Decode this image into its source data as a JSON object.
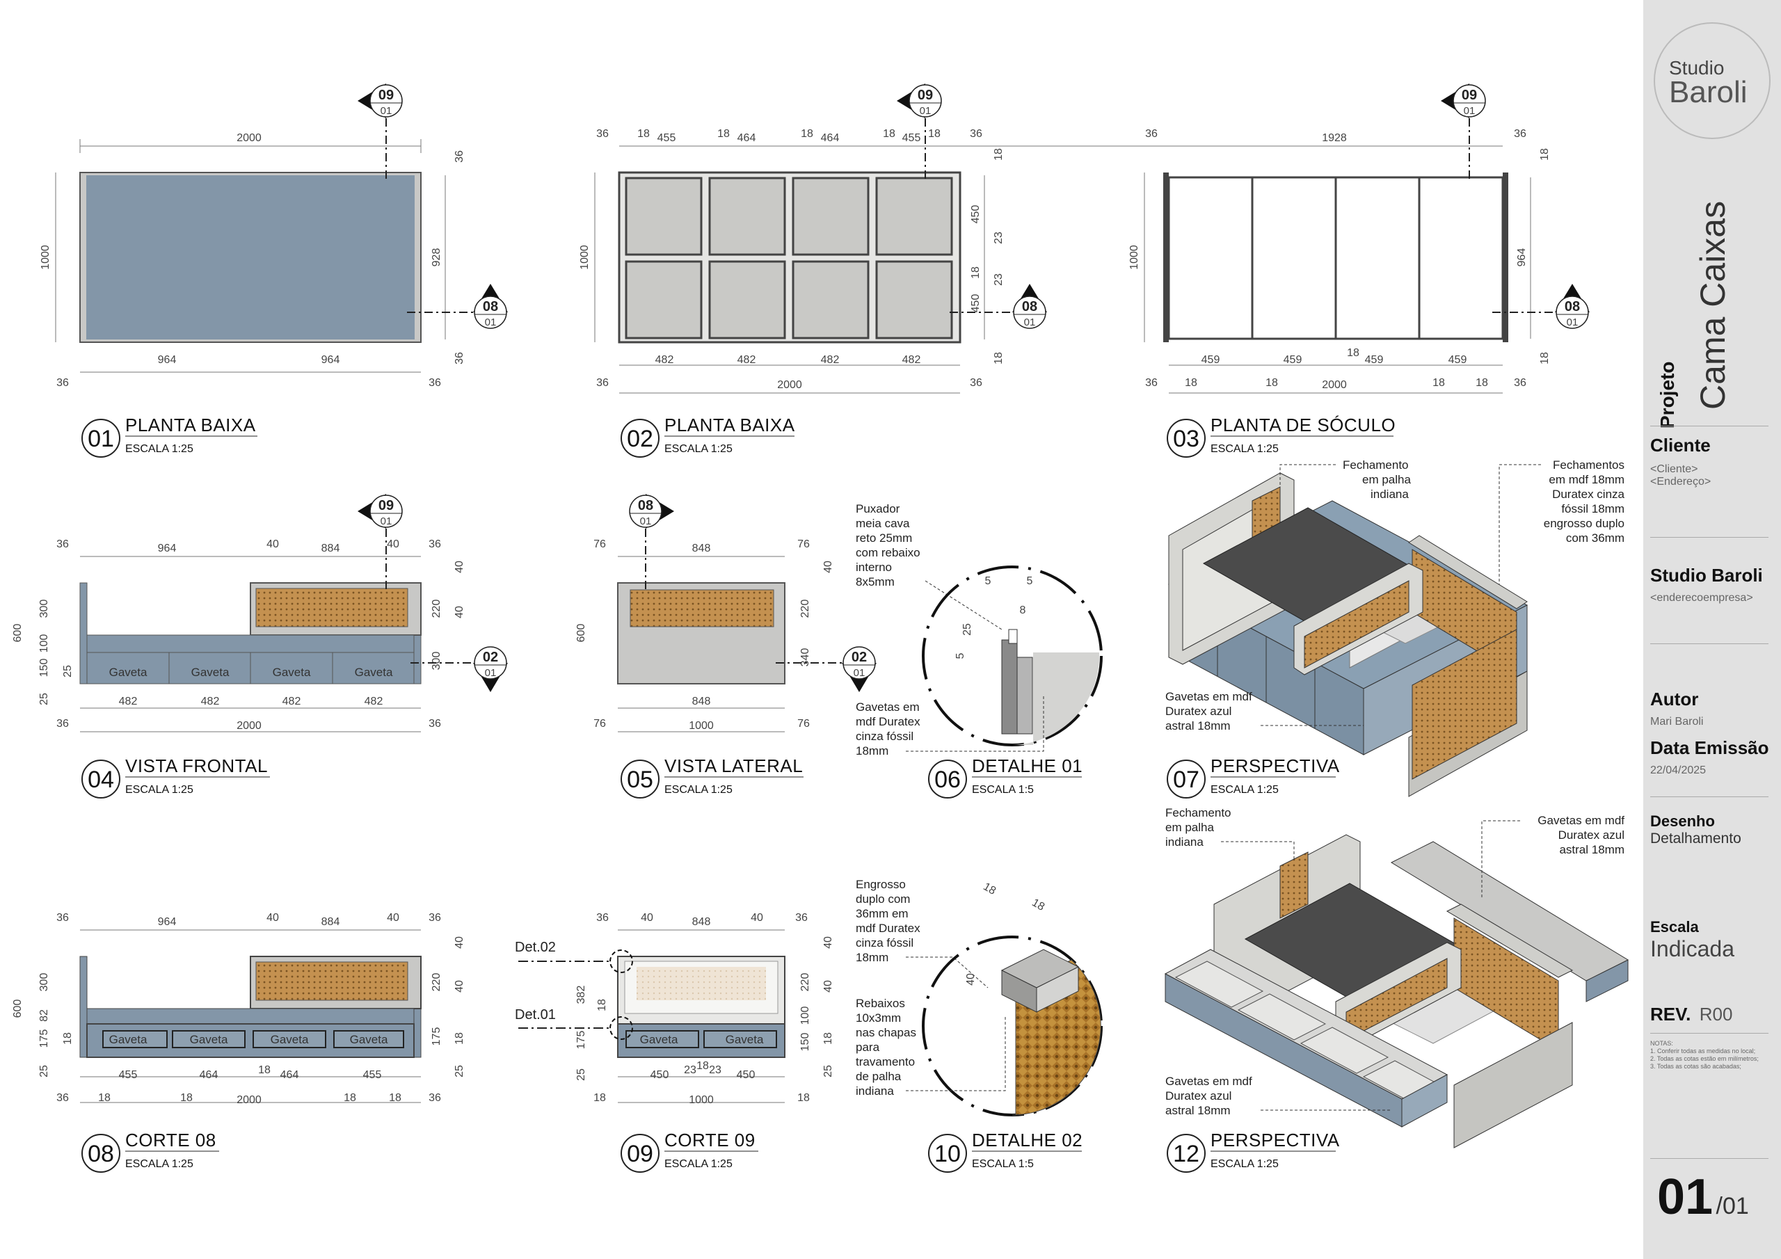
{
  "views": [
    {
      "num": "01",
      "title": "PLANTA BAIXA",
      "scale": "ESCALA 1:25"
    },
    {
      "num": "02",
      "title": "PLANTA BAIXA",
      "scale": "ESCALA 1:25"
    },
    {
      "num": "03",
      "title": "PLANTA DE SÓCULO",
      "scale": "ESCALA 1:25"
    },
    {
      "num": "04",
      "title": "VISTA FRONTAL",
      "scale": "ESCALA 1:25"
    },
    {
      "num": "05",
      "title": "VISTA LATERAL",
      "scale": "ESCALA 1:25"
    },
    {
      "num": "06",
      "title": "DETALHE 01",
      "scale": "ESCALA 1:5"
    },
    {
      "num": "07",
      "title": "PERSPECTIVA",
      "scale": "ESCALA 1:25"
    },
    {
      "num": "08",
      "title": "CORTE 08",
      "scale": "ESCALA 1:25"
    },
    {
      "num": "09",
      "title": "CORTE 09",
      "scale": "ESCALA 1:25"
    },
    {
      "num": "10",
      "title": "DETALHE 02",
      "scale": "ESCALA 1:5"
    },
    {
      "num": "12",
      "title": "PERSPECTIVA",
      "scale": "ESCALA 1:25"
    }
  ],
  "markers": {
    "m09": "09",
    "m08": "08",
    "m02": "02",
    "sheet": "01"
  },
  "drawer_label": "Gaveta",
  "detail_refs": {
    "det02": "Det.02",
    "det01": "Det.01"
  },
  "dims": {
    "v01": {
      "top": "2000",
      "left": "1000",
      "right": "928",
      "bottom1": "964",
      "bottom2": "964",
      "c36": "36"
    },
    "v02": {
      "t36": "36",
      "t18": "18",
      "t455": "455",
      "t464": "464",
      "left": "1000",
      "r450": "450",
      "r23": "23",
      "r18": "18",
      "b482": "482",
      "b2000": "2000"
    },
    "v03": {
      "top": "1928",
      "left": "1000",
      "right": "964",
      "b459": "459",
      "b18": "18",
      "b2000": "2000"
    },
    "v04": {
      "t964": "964",
      "t40": "40",
      "t884": "884",
      "l600": "600",
      "l300": "300",
      "l100": "100",
      "l150": "150",
      "l25": "25",
      "r220": "220",
      "b482": "482",
      "b2000": "2000"
    },
    "v05": {
      "t76": "76",
      "t848": "848",
      "l600": "600",
      "r40": "40",
      "r220": "220",
      "r340": "340",
      "b1000": "1000"
    },
    "v06": {
      "d5": "5",
      "d8": "8",
      "d25": "25"
    },
    "v08": {
      "l175": "175",
      "l82": "82",
      "b455": "455",
      "b464": "464"
    },
    "v09": {
      "l382": "382",
      "b450": "450",
      "b23": "23"
    },
    "v10": {
      "d40": "40"
    }
  },
  "notes": {
    "puxador": [
      "Puxador",
      "meia cava",
      "reto 25mm",
      "com rebaixo",
      "interno",
      "8x5mm"
    ],
    "gav_cinza": [
      "Gavetas em",
      "mdf Duratex",
      "cinza fóssil",
      "18mm"
    ],
    "fech_palha": [
      "Fechamento",
      "em palha",
      "indiana"
    ],
    "fech_mdf": [
      "Fechamentos",
      "em mdf 18mm",
      "Duratex cinza",
      "fóssil 18mm",
      "engrosso duplo",
      "com 36mm"
    ],
    "gav_azul": [
      "Gavetas em mdf",
      "Duratex azul",
      "astral 18mm"
    ],
    "engrosso": [
      "Engrosso",
      "duplo com",
      "36mm em",
      "mdf Duratex",
      "cinza fóssil",
      "18mm"
    ],
    "rebaixos": [
      "Rebaixos",
      "10x3mm",
      "nas chapas",
      "para",
      "travamento",
      "de palha",
      "indiana"
    ],
    "fech_palha2": [
      "Fechamento",
      "em palha",
      "indiana"
    ],
    "gav_azul2": [
      "Gavetas em mdf",
      "Duratex azul",
      "astral 18mm"
    ],
    "gav_azul3": [
      "Gavetas em mdf",
      "Duratex azul",
      "astral 18mm"
    ]
  },
  "titleblock": {
    "logo_top": "Studio",
    "logo_bottom": "Baroli",
    "project_label": "Projeto",
    "project_name": "Cama Caixas",
    "client_label": "Cliente",
    "client_name": "<Cliente>",
    "client_addr": "<Endereço>",
    "company_label": "Studio Baroli",
    "company_addr": "<enderecoempresa>",
    "author_label": "Autor",
    "author_name": "Mari Baroli",
    "date_label": "Data Emissão",
    "date_value": "22/04/2025",
    "drawing_label": "Desenho",
    "drawing_value": "Detalhamento",
    "scale_label": "Escala",
    "scale_value": "Indicada",
    "rev_label": "REV.",
    "rev_value": "R00",
    "notes_title": "NOTAS:",
    "notes": [
      "1. Conferir todas as medidas no local;",
      "2. Todas as cotas estão em milímetros;",
      "3. Todas as cotas são acabadas;"
    ],
    "sheet_num": "01",
    "sheet_total": "/01"
  },
  "colors": {
    "blue": "#8396a8",
    "gray": "#c9c9c7",
    "rattan": "#b98b45",
    "dark": "#444"
  }
}
